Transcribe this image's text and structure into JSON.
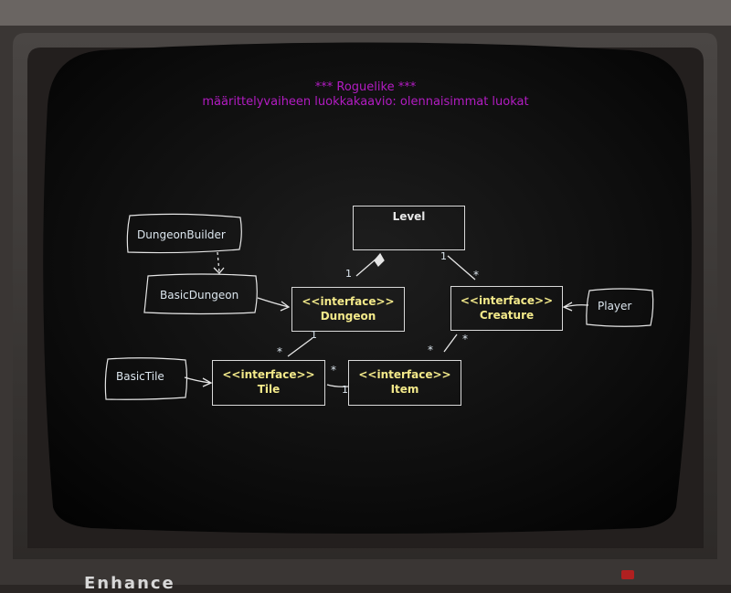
{
  "title": {
    "line1": "*** Roguelike ***",
    "line2": "määrittelyvaiheen luokkakaavio: olennaisimmat luokat"
  },
  "classes": {
    "level": {
      "name": "Level"
    },
    "dungeon": {
      "stereotype": "<<interface>>",
      "name": "Dungeon"
    },
    "creature": {
      "stereotype": "<<interface>>",
      "name": "Creature"
    },
    "tile": {
      "stereotype": "<<interface>>",
      "name": "Tile"
    },
    "item": {
      "stereotype": "<<interface>>",
      "name": "Item"
    }
  },
  "notes": {
    "dungeon_builder": "DungeonBuilder",
    "basic_dungeon": "BasicDungeon",
    "basic_tile": "BasicTile",
    "player": "Player"
  },
  "multiplicity": {
    "level_dungeon": "1",
    "level_creature_one": "1",
    "level_creature_many": "*",
    "dungeon_tile_one": "1",
    "dungeon_tile_many": "*",
    "tile_item_one": "1",
    "tile_item_many": "*",
    "creature_item_one": "*",
    "creature_item_many": "*"
  },
  "colors": {
    "title": "#b21cc2",
    "interface_text": "#f3e98a",
    "box_border": "#d9d9d9",
    "screen": "#0b0b0b"
  },
  "brand": {
    "text": "Enhance"
  }
}
